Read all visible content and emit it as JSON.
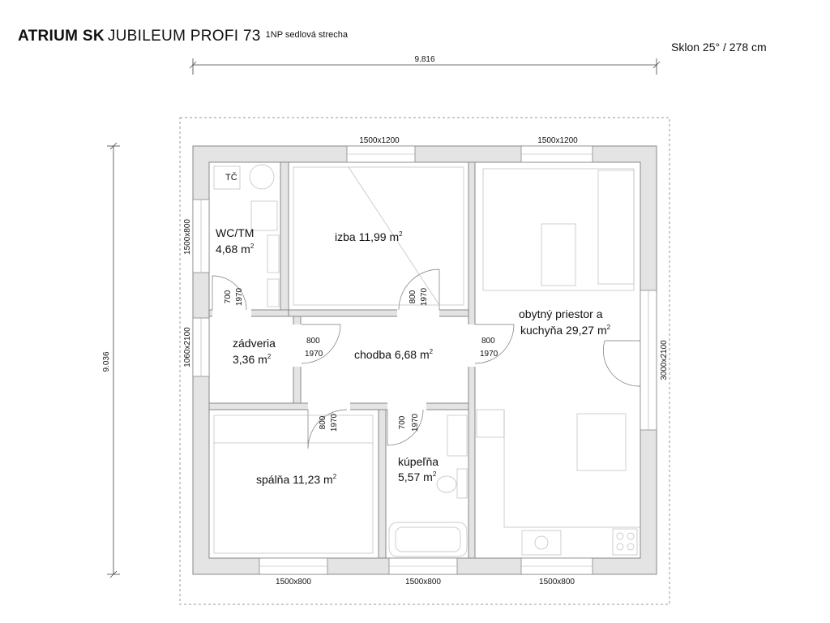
{
  "header": {
    "brand": "ATRIUM SK",
    "model": "JUBILEUM PROFI 73",
    "subtitle": "1NP sedlová strecha",
    "pitch": "Sklon 25° / 278 cm"
  },
  "dimensions": {
    "width": "9.816",
    "depth": "9.036"
  },
  "rooms": {
    "wc": {
      "name": "WC/TM",
      "area": "4,68 m",
      "unit_sup": "2",
      "fixture": "TČ"
    },
    "izba": {
      "name": "izba 11,99 m",
      "unit_sup": "2"
    },
    "obytny": {
      "line1": "obytný priestor a",
      "line2": "kuchyňa 29,27 m",
      "unit_sup": "2"
    },
    "zadveria": {
      "name": "zádveria",
      "area": "3,36 m",
      "unit_sup": "2"
    },
    "chodba": {
      "name": "chodba 6,68 m",
      "unit_sup": "2"
    },
    "spalna": {
      "name": "spálňa 11,23 m",
      "unit_sup": "2"
    },
    "kupelna": {
      "name": "kúpeľňa",
      "area": "5,57 m",
      "unit_sup": "2"
    }
  },
  "windows": {
    "top_left": "1500x1200",
    "top_right": "1500x1200",
    "left_wc": "1500x800",
    "left_door": "1060x2100",
    "right_door": "3000x2100",
    "bottom_left": "1500x800",
    "bottom_mid": "1500x800",
    "bottom_right": "1500x800"
  },
  "doors": {
    "wc": {
      "w": "700",
      "h": "1970"
    },
    "izba": {
      "w": "800",
      "h": "1970"
    },
    "chodba_left": {
      "w": "800",
      "h": "1970"
    },
    "chodba_right": {
      "w": "800",
      "h": "1970"
    },
    "spalna": {
      "w": "800",
      "h": "1970"
    },
    "kupelna": {
      "w": "700",
      "h": "1970"
    }
  }
}
